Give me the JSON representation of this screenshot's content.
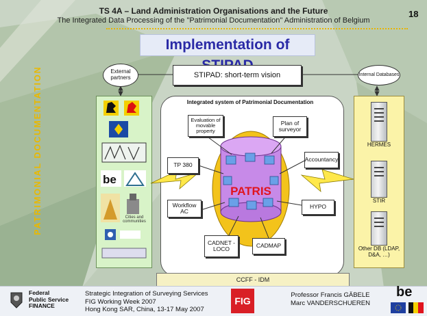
{
  "header": {
    "title": "TS 4A – Land Administration Organisations and the Future",
    "subtitle": "The Integrated Data Processing of the \"Patrimonial Documentation\" Administration of Belgium",
    "page_number": "18"
  },
  "slide_title": "Implementation of STIPAD",
  "sidebar_text": "PATRIMONIAL DOCUMENTATION",
  "diagram": {
    "external_partners": "External partners",
    "internal_databases": "Internal Databases",
    "vision": "STIPAD: short-term vision",
    "integrated_system": "Integrated system of Patrimonial Documentation",
    "core": "PATRIS",
    "nodes": {
      "evaluation": "Evaluation of movable property",
      "plan_surveyor": "Plan of surveyor",
      "tp380": "TP 380",
      "accountancy": "Accountancy",
      "workflow": "Workflow AC",
      "hypo": "HYPO",
      "cadnet": "CADNET - LOCO",
      "cadmap": "CADMAP"
    },
    "bottom_bar": "CCFF - IDM",
    "partner_labels": {
      "cities": "Cities and communities"
    },
    "databases": [
      {
        "label": "HERMES"
      },
      {
        "label": "STIR"
      },
      {
        "label": "Other DB (LDAP, D&A, …)"
      }
    ]
  },
  "footer": {
    "org_line1": "Federal",
    "org_line2": "Public Service",
    "org_line3": "FINANCE",
    "event_line1": "Strategic Integration of Surveying Services",
    "event_line2": "FIG Working Week 2007",
    "event_line3": "Hong Kong SAR, China, 13-17 May 2007",
    "fig_logo": "FIG",
    "author1": "Professor Francis GÄBELE",
    "author2": "Marc VANDERSCHUEREN",
    "be_logo": "be"
  },
  "colors": {
    "accent_yellow": "#e9b800",
    "title_blue": "#2a2aa6",
    "patris_red": "#e0141e",
    "patris_cylinder": "#cc88ee",
    "patris_halo": "#f3c31b",
    "link_yellow": "#ffe84a"
  }
}
